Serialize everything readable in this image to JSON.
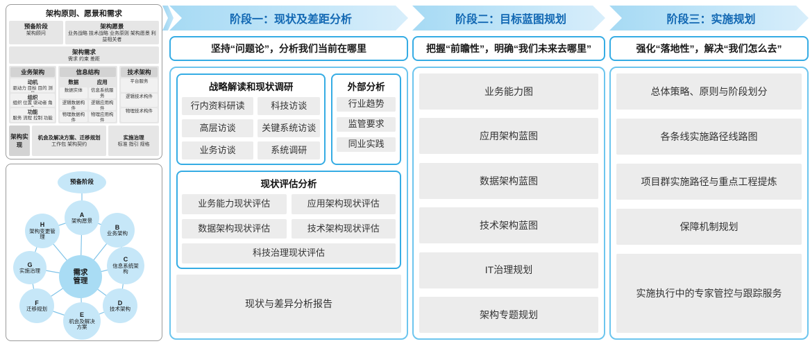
{
  "left_top": {
    "title": "架构原则、愿景和需求",
    "prep_title": "预备阶段",
    "prep_content": "架构顾问",
    "vision_title": "架构愿景",
    "vision_content": "业务战略 技术战略 业务原则 架构愿景 利益相关者",
    "req_title": "架构需求",
    "req_content": "需求 约束 差距",
    "business_title": "业务架构",
    "business_groups": [
      {
        "t": "动机",
        "c": "驱动力 目标 目的 测量"
      },
      {
        "t": "组织",
        "c": "组织 位置 驱动者 角色"
      },
      {
        "t": "功能",
        "c": "服务 流程 控制 功能"
      }
    ],
    "info_title": "信息结构",
    "info_data_title": "数据",
    "info_data_items": [
      "数据实体",
      "逻辑数据构件",
      "物理数据构件"
    ],
    "info_app_title": "应用",
    "info_app_items": [
      "信息系统服务",
      "逻辑应用构件",
      "物理应用构件"
    ],
    "tech_title": "技术架构",
    "tech_items": [
      "平台服务",
      "逻辑技术构件",
      "物理技术构件"
    ],
    "impl_label": "架构实现",
    "impl_box1_title": "机会及解决方案、迁移规划",
    "impl_box1_content": "工作包 架构契约",
    "impl_box2_title": "实施治理",
    "impl_box2_content": "标准 指引 规格"
  },
  "adm": {
    "prep": "预备阶段",
    "center": "需求管理",
    "nodes": {
      "a": {
        "letter": "A",
        "label": "架构愿景"
      },
      "b": {
        "letter": "B",
        "label": "业务架构"
      },
      "c": {
        "letter": "C",
        "label": "信息系统架构"
      },
      "d": {
        "letter": "D",
        "label": "技术架构"
      },
      "e": {
        "letter": "E",
        "label": "机会及解决方案"
      },
      "f": {
        "letter": "F",
        "label": "迁移规划"
      },
      "g": {
        "letter": "G",
        "label": "实施治理"
      },
      "h": {
        "letter": "H",
        "label": "架构变更管理"
      }
    }
  },
  "phases": [
    {
      "header": "阶段一：现状及差距分析",
      "subtitle": "坚持“问题论”，分析我们当前在哪里"
    },
    {
      "header": "阶段二：目标蓝图规划",
      "subtitle": "把握“前瞻性”，明确“我们未来去哪里”"
    },
    {
      "header": "阶段三：实施规划",
      "subtitle": "强化“落地性”，解决“我们怎么去”"
    }
  ],
  "p1": {
    "strategy": {
      "title": "战略解读和现状调研",
      "items": [
        "行内资料研读",
        "科技访谈",
        "高层访谈",
        "关键系统访谈",
        "业务访谈",
        "系统调研"
      ]
    },
    "external": {
      "title": "外部分析",
      "items": [
        "行业趋势",
        "监管要求",
        "同业实践"
      ]
    },
    "assessment": {
      "title": "现状评估分析",
      "items": [
        "业务能力现状评估",
        "应用架构现状评估",
        "数据架构现状评估",
        "技术架构现状评估",
        "科技治理现状评估"
      ]
    },
    "report": "现状与差异分析报告"
  },
  "p2": {
    "items": [
      "业务能力图",
      "应用架构蓝图",
      "数据架构蓝图",
      "技术架构蓝图",
      "IT治理规划",
      "架构专题规划"
    ]
  },
  "p3": {
    "items": [
      "总体策略、原则与阶段划分",
      "各条线实施路径线路图",
      "项目群实施路径与重点工程提炼",
      "保障机制规划",
      "实施执行中的专家管控与跟踪服务"
    ]
  }
}
